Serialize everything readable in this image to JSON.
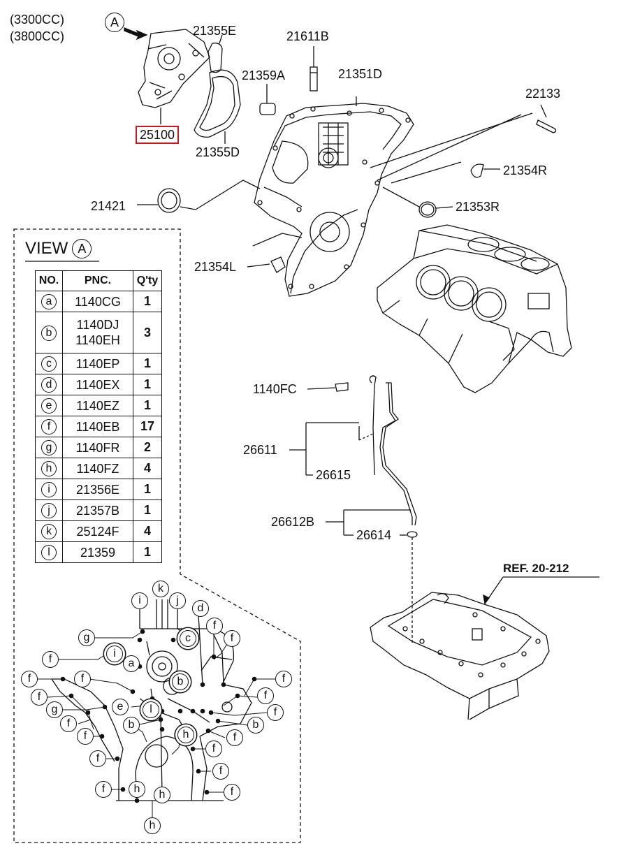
{
  "engine_variants": [
    "(3300CC)",
    "(3800CC)"
  ],
  "view_marker": "A",
  "parts": {
    "p21355E": "21355E",
    "p21611B": "21611B",
    "p21359A": "21359A",
    "p21351D": "21351D",
    "p22133": "22133",
    "p25100": "25100",
    "p21355D": "21355D",
    "p21354R": "21354R",
    "p21421": "21421",
    "p21353R": "21353R",
    "p21354L": "21354L",
    "p1140FC": "1140FC",
    "p26611": "26611",
    "p26615": "26615",
    "p26612B": "26612B",
    "p26614": "26614",
    "ref": "REF. 20-212"
  },
  "view_table": {
    "title": "VIEW",
    "marker": "A",
    "headers": [
      "NO.",
      "PNC.",
      "Q'ty"
    ],
    "rows": [
      {
        "no": "a",
        "pnc": "1140CG",
        "qty": "1"
      },
      {
        "no": "b",
        "pnc": "1140DJ\n1140EH",
        "qty": "3"
      },
      {
        "no": "c",
        "pnc": "1140EP",
        "qty": "1"
      },
      {
        "no": "d",
        "pnc": "1140EX",
        "qty": "1"
      },
      {
        "no": "e",
        "pnc": "1140EZ",
        "qty": "1"
      },
      {
        "no": "f",
        "pnc": "1140EB",
        "qty": "17"
      },
      {
        "no": "g",
        "pnc": "1140FR",
        "qty": "2"
      },
      {
        "no": "h",
        "pnc": "1140FZ",
        "qty": "4"
      },
      {
        "no": "i",
        "pnc": "21356E",
        "qty": "1"
      },
      {
        "no": "j",
        "pnc": "21357B",
        "qty": "1"
      },
      {
        "no": "k",
        "pnc": "25124F",
        "qty": "4"
      },
      {
        "no": "l",
        "pnc": "21359",
        "qty": "1"
      }
    ]
  },
  "view_letters": [
    "i",
    "k",
    "j",
    "d",
    "g",
    "c",
    "f",
    "f",
    "f",
    "i",
    "a",
    "f",
    "f",
    "f",
    "b",
    "f",
    "f",
    "e",
    "l",
    "f",
    "g",
    "f",
    "b",
    "b",
    "f",
    "h",
    "f",
    "f",
    "f",
    "f",
    "f",
    "h",
    "h",
    "f",
    "h"
  ],
  "colors": {
    "highlight": "#d0161b",
    "line": "#111111"
  }
}
